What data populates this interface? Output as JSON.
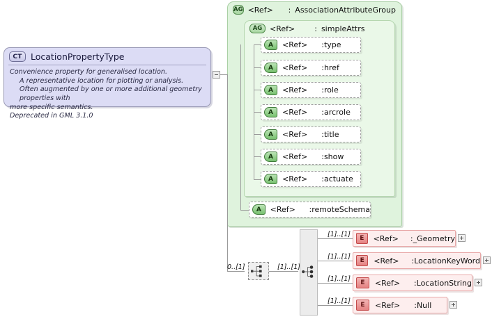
{
  "diagram": {
    "kind": "xsd-schema-diagram",
    "complex_type": {
      "badge": "CT",
      "name": "LocationPropertyType",
      "doc_lines": [
        "Convenience property for generalised location.",
        "A representative location for plotting or analysis.",
        "Often augmented by one or more additional geometry properties with",
        "more specific semantics.",
        "Deprecated in GML 3.1.0"
      ],
      "collapse_icon": "minus-toggle"
    },
    "attribute_groups": [
      {
        "badge": "AG",
        "ref": "<Ref>",
        "separator": ":",
        "name": "AssociationAttributeGroup"
      },
      {
        "badge": "AG",
        "ref": "<Ref>",
        "separator": ":",
        "name": "simpleAttrs"
      }
    ],
    "attributes": [
      {
        "badge": "A",
        "ref": "<Ref>",
        "separator": ":",
        "name": "type"
      },
      {
        "badge": "A",
        "ref": "<Ref>",
        "separator": ":",
        "name": "href"
      },
      {
        "badge": "A",
        "ref": "<Ref>",
        "separator": ":",
        "name": "role"
      },
      {
        "badge": "A",
        "ref": "<Ref>",
        "separator": ":",
        "name": "arcrole"
      },
      {
        "badge": "A",
        "ref": "<Ref>",
        "separator": ":",
        "name": "title"
      },
      {
        "badge": "A",
        "ref": "<Ref>",
        "separator": ":",
        "name": "show"
      },
      {
        "badge": "A",
        "ref": "<Ref>",
        "separator": ":",
        "name": "actuate"
      }
    ],
    "outer_attribute": {
      "badge": "A",
      "ref": "<Ref>",
      "separator": ":",
      "name": "remoteSchema"
    },
    "compositors": [
      {
        "icon": "sequence-icon",
        "cardinality": "0..[1]",
        "optional": true
      },
      {
        "icon": "choice-icon",
        "cardinality": "[1]..[1]",
        "optional": false
      }
    ],
    "elements": [
      {
        "badge": "E",
        "ref": "<Ref>",
        "separator": ":",
        "name": "_Geometry",
        "cardinality": "[1]..[1]",
        "expand": "plus-toggle"
      },
      {
        "badge": "E",
        "ref": "<Ref>",
        "separator": ":",
        "name": "LocationKeyWord",
        "cardinality": "[1]..[1]",
        "expand": "plus-toggle"
      },
      {
        "badge": "E",
        "ref": "<Ref>",
        "separator": ":",
        "name": "LocationString",
        "cardinality": "[1]..[1]",
        "expand": "plus-toggle"
      },
      {
        "badge": "E",
        "ref": "<Ref>",
        "separator": ":",
        "name": "Null",
        "cardinality": "[1]..[1]",
        "expand": "plus-toggle"
      }
    ],
    "colors": {
      "complex_type_fill": "#dcdcf5",
      "attribute_group_fill": "#dff3dd",
      "attribute_group_inner_fill": "#eaf8e8",
      "element_fill": "#fdeeee",
      "element_border": "#e8a7a7",
      "line": "#9a9a9a"
    }
  }
}
